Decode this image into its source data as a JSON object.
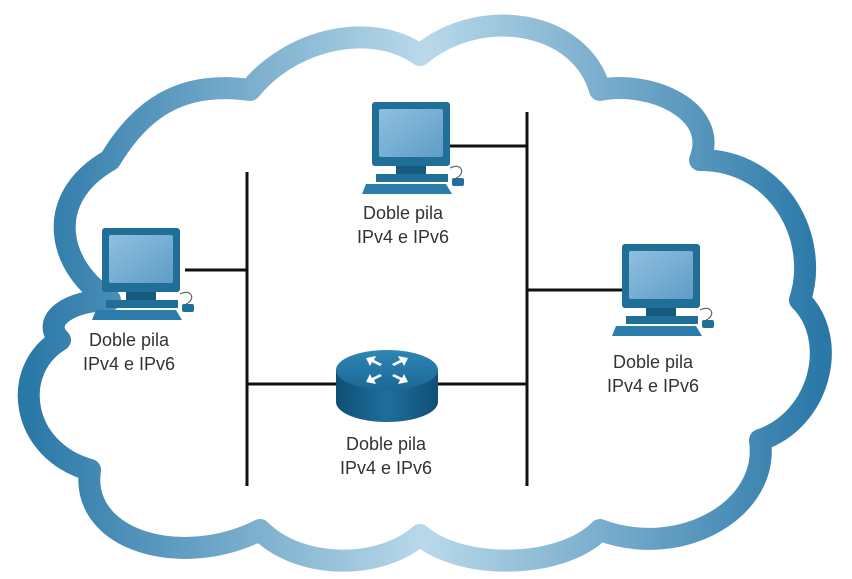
{
  "colors": {
    "cloud_outer": "#2e7fb0",
    "cloud_inner": "#9cc9e0",
    "cable": "#111111",
    "device": "#1f6f99",
    "screen": "#7fb3d6",
    "router": "#1a6a96",
    "text": "#333333"
  },
  "nodes": [
    {
      "id": "pc-left",
      "kind": "pc",
      "icon": "desktop-computer-icon",
      "line1": "Doble pila",
      "line2": "IPv4 e IPv6"
    },
    {
      "id": "pc-top",
      "kind": "pc",
      "icon": "desktop-computer-icon",
      "line1": "Doble pila",
      "line2": "IPv4 e IPv6"
    },
    {
      "id": "pc-right",
      "kind": "pc",
      "icon": "desktop-computer-icon",
      "line1": "Doble pila",
      "line2": "IPv4 e IPv6"
    },
    {
      "id": "router",
      "kind": "router",
      "icon": "router-icon",
      "line1": "Doble pila",
      "line2": "IPv4 e IPv6"
    }
  ]
}
